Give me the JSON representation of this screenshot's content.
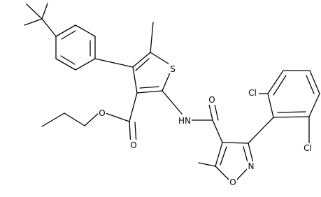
{
  "atom_labels": {
    "sulfur": "S",
    "ester_oxygen": "O",
    "carbonyl_oxygen_ester": "O",
    "amide_nh": "HN",
    "amide_oxygen": "O",
    "isoxazole_nitrogen": "N",
    "isoxazole_oxygen": "O",
    "chlorine_top": "Cl",
    "chlorine_bottom": "Cl"
  },
  "colors": {
    "ink": "#000000",
    "background": "#ffffff"
  }
}
